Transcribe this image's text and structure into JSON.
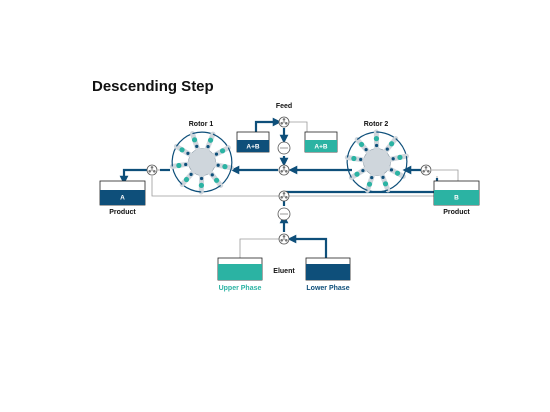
{
  "title": "Descending Step",
  "labels": {
    "feed": "Feed",
    "rotor1": "Rotor 1",
    "rotor2": "Rotor 2",
    "product_left": "Product",
    "product_right": "Product",
    "eluent": "Eluent",
    "upper_phase": "Upper Phase",
    "lower_phase": "Lower Phase"
  },
  "tanks": {
    "feed_left": "A+B",
    "feed_right": "A+B",
    "product_a": "A",
    "product_b": "B"
  },
  "colors": {
    "navy": "#0e4f7a",
    "teal": "#2bb3a3",
    "gray_line": "#9a9a9a",
    "rotor_light": "#cfd6dc"
  }
}
